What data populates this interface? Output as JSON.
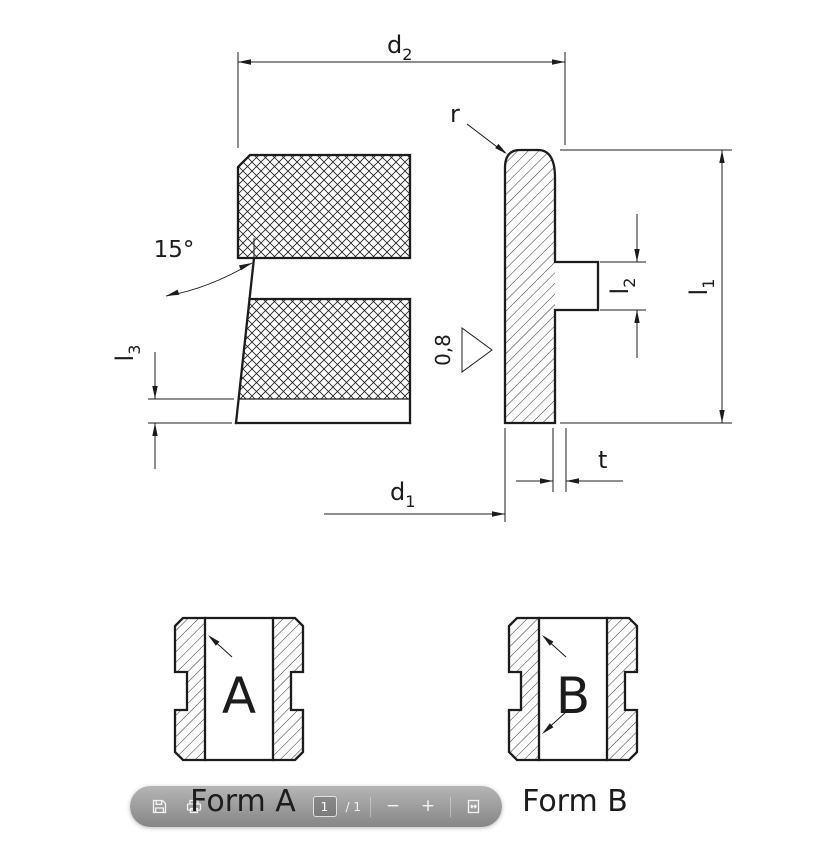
{
  "drawing": {
    "colors": {
      "line": "#1c1c1c",
      "background": "#ffffff",
      "toolbar": "#8f8f8f"
    },
    "dimensions": {
      "d2": {
        "base": "d",
        "sub": "2"
      },
      "d1": {
        "base": "d",
        "sub": "1"
      },
      "l1": {
        "base": "l",
        "sub": "1"
      },
      "l2": {
        "base": "l",
        "sub": "2"
      },
      "l3": {
        "base": "l",
        "sub": "3"
      },
      "radius_label": "r",
      "thickness_label": "t",
      "angle_label": "15°",
      "surface_roughness": "0,8"
    },
    "forms": {
      "a": {
        "letter": "A",
        "caption": "Form A"
      },
      "b": {
        "letter": "B",
        "caption": "Form B"
      }
    }
  },
  "toolbar": {
    "save_icon": "save-icon",
    "print_icon": "print-icon",
    "fit_icon": "fit-page-icon",
    "page_current": "1",
    "page_separator": "/ 1",
    "zoom_out_label": "−",
    "zoom_in_label": "+"
  }
}
